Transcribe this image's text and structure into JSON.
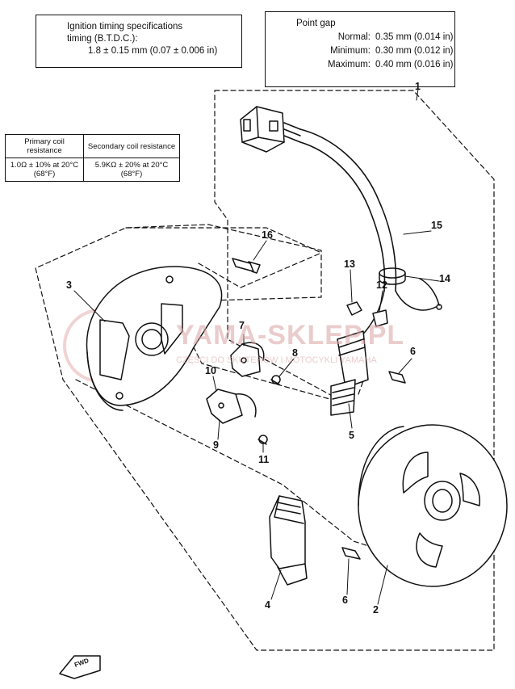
{
  "ignition_box": {
    "title_line1": "Ignition timing specifications",
    "title_line2": "timing (B.T.D.C.):",
    "value": "1.8 ± 0.15 mm (0.07 ± 0.006 in)"
  },
  "point_gap_box": {
    "title": "Point gap",
    "rows": [
      {
        "label": "Normal:",
        "value": "0.35 mm (0.014 in)"
      },
      {
        "label": "Minimum:",
        "value": "0.30 mm (0.012 in)"
      },
      {
        "label": "Maximum:",
        "value": "0.40 mm (0.016 in)"
      }
    ]
  },
  "coil_table": {
    "headers": [
      "Primary coil resistance",
      "Secondary coil resistance"
    ],
    "values": [
      "1.0Ω ± 10% at 20°C (68°F)",
      "5.9KΩ ± 20% at 20°C (68°F)"
    ]
  },
  "part_numbers": {
    "n1": "1",
    "n2": "2",
    "n3": "3",
    "n4": "4",
    "n5": "5",
    "n6a": "6",
    "n6b": "6",
    "n7": "7",
    "n8": "8",
    "n9": "9",
    "n10": "10",
    "n11": "11",
    "n12": "12",
    "n13": "13",
    "n14": "14",
    "n15": "15",
    "n16": "16"
  },
  "fwd_mark": "FWD",
  "watermark": {
    "main": "YAMA-SKLEP.PL",
    "sub": "CZĘŚCI DO SKUTERÓW I MOTOCYKLI YAMAHA"
  }
}
